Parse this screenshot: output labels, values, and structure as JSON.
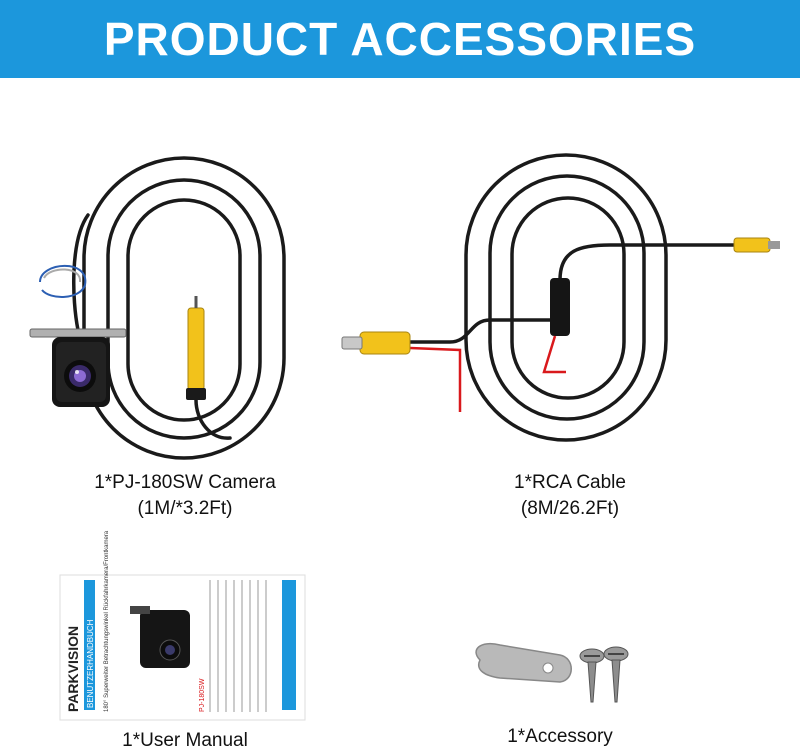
{
  "banner": {
    "title": "PRODUCT ACCESSORIES"
  },
  "items": [
    {
      "line1": "1*PJ-180SW Camera",
      "line2": "(1M/*3.2Ft)"
    },
    {
      "line1": "1*RCA Cable",
      "line2": "(8M/26.2Ft)"
    },
    {
      "line1": "1*User Manual"
    },
    {
      "line1": "1*Accessory"
    }
  ],
  "manual": {
    "brand": "PARKVISION",
    "tab_label": "BENUTZERHANDBUCH",
    "subtitle": "180° Superweiter Betrachtungswinkel Rückfahrkamera/Frontkamera",
    "model": "PJ-180SW"
  },
  "colors": {
    "banner": "#1c97dc",
    "cable": "#1a1a1a",
    "connector": "#f2c21b",
    "red_wire": "#d9191c"
  }
}
